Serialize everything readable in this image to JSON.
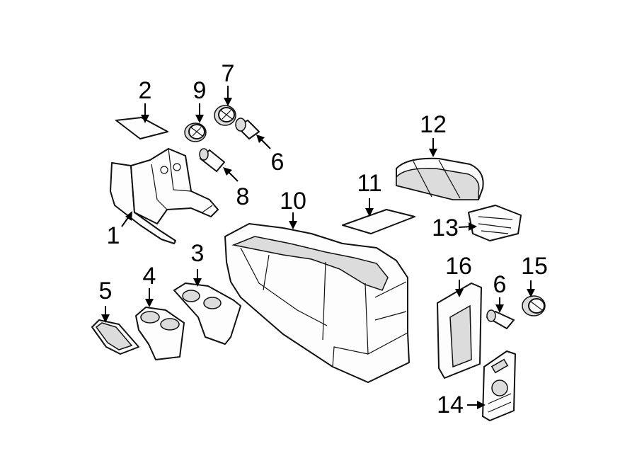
{
  "callouts": [
    {
      "id": "c1",
      "label": "1"
    },
    {
      "id": "c2",
      "label": "2"
    },
    {
      "id": "c3",
      "label": "3"
    },
    {
      "id": "c4",
      "label": "4"
    },
    {
      "id": "c5",
      "label": "5"
    },
    {
      "id": "c6a",
      "label": "6"
    },
    {
      "id": "c6b",
      "label": "6"
    },
    {
      "id": "c7",
      "label": "7"
    },
    {
      "id": "c8",
      "label": "8"
    },
    {
      "id": "c9",
      "label": "9"
    },
    {
      "id": "c10",
      "label": "10"
    },
    {
      "id": "c11",
      "label": "11"
    },
    {
      "id": "c12",
      "label": "12"
    },
    {
      "id": "c13",
      "label": "13"
    },
    {
      "id": "c14",
      "label": "14"
    },
    {
      "id": "c15",
      "label": "15"
    },
    {
      "id": "c16",
      "label": "16"
    }
  ]
}
